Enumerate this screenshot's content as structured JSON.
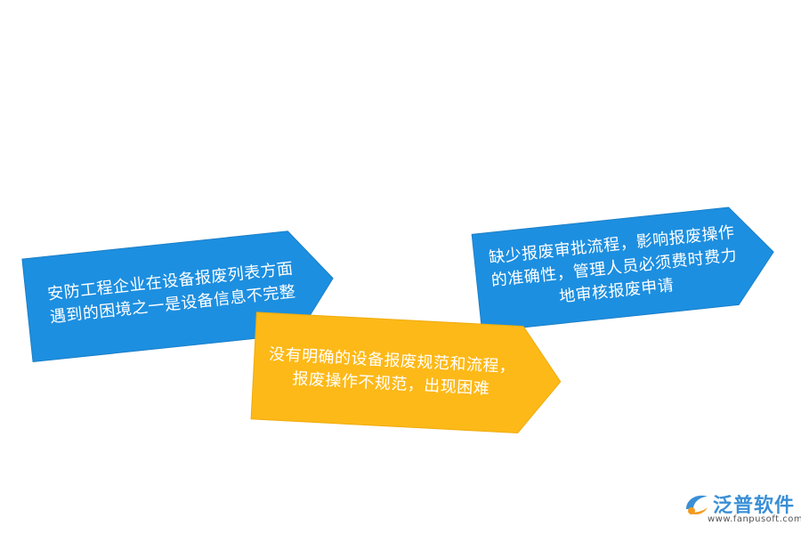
{
  "colors": {
    "blue": "#1d8fe0",
    "yellow": "#fdb918",
    "text": "#ffffff",
    "logo_blue": "#3a8fd6",
    "logo_orange": "#f39a1e"
  },
  "arrows": [
    {
      "color": "blue",
      "text": "安防工程企业在设备报废列表方面遇到的困境之一是设备信息不完整"
    },
    {
      "color": "yellow",
      "text": "没有明确的设备报废规范和流程，报废操作不规范，出现困难"
    },
    {
      "color": "blue",
      "text": "缺少报废审批流程，影响报废操作的准确性，管理人员必须费时费力地审核报废申请"
    }
  ],
  "logo": {
    "name": "泛普软件",
    "url": "www.fanpusoft.com",
    "icon": "fanpu-logo-mark"
  }
}
